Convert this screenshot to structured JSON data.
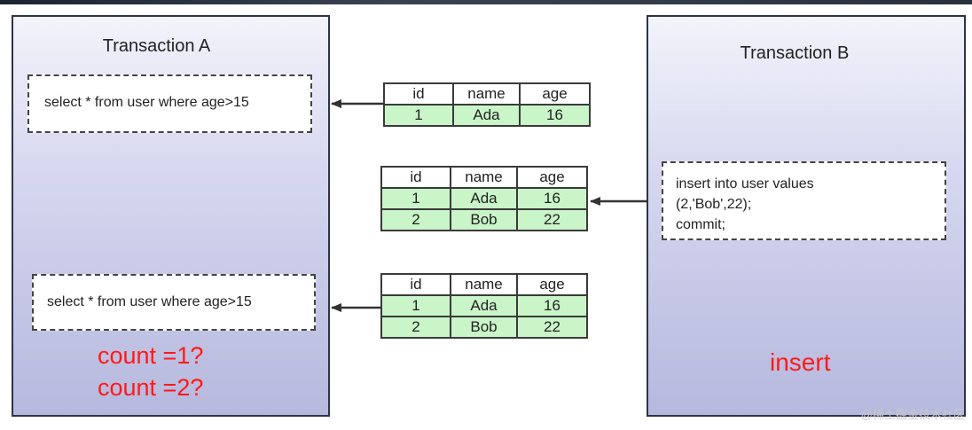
{
  "transaction_a": {
    "title": "Transaction A",
    "query_1": "select * from user where age>15",
    "query_2": "select * from user where age>15",
    "count_1": "count =1?",
    "count_2": "count =2?"
  },
  "transaction_b": {
    "title": "Transaction B",
    "sql_lines": [
      "insert into user values",
      "(2,'Bob',22);",
      "commit;"
    ],
    "label": "insert"
  },
  "tables": [
    {
      "headers": [
        "id",
        "name",
        "age"
      ],
      "rows": [
        [
          "1",
          "Ada",
          "16"
        ]
      ]
    },
    {
      "headers": [
        "id",
        "name",
        "age"
      ],
      "rows": [
        [
          "1",
          "Ada",
          "16"
        ],
        [
          "2",
          "Bob",
          "22"
        ]
      ]
    },
    {
      "headers": [
        "id",
        "name",
        "age"
      ],
      "rows": [
        [
          "1",
          "Ada",
          "16"
        ],
        [
          "2",
          "Bob",
          "22"
        ]
      ]
    }
  ],
  "watermark": "@稀土掘金技术社区",
  "colors": {
    "row_fill": "#c9f5c9",
    "accent_red": "#ff1a1a",
    "panel_fill": "#b6b8de"
  }
}
